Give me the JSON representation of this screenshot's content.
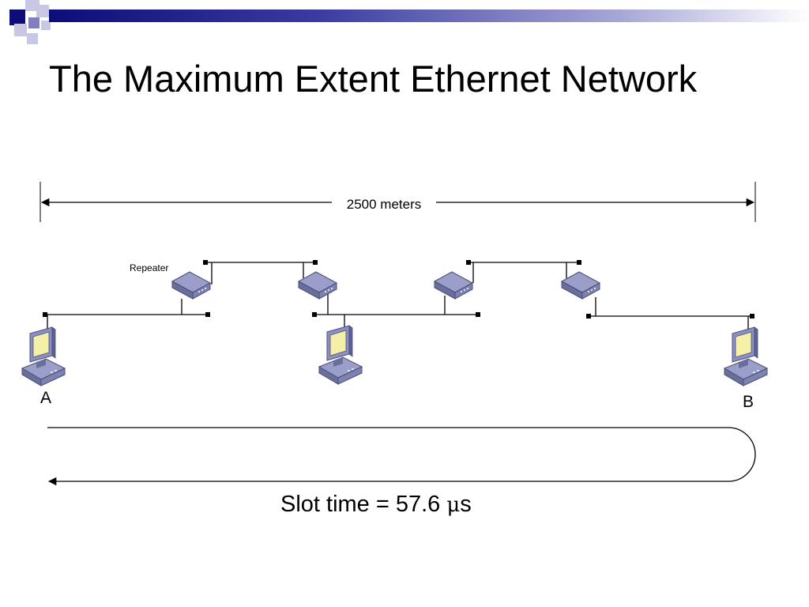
{
  "slide": {
    "title": "The Maximum Extent Ethernet Network",
    "accent_color": "#0d0d7a",
    "accent_light": "#9999cc"
  },
  "diagram": {
    "distance_label": "2500 meters",
    "repeater_label": "Repeater",
    "node_a_label": "A",
    "node_b_label": "B",
    "slot_time_prefix": "Slot time = 57.6 ",
    "slot_time_unit_symbol": "μ",
    "slot_time_suffix": "s",
    "icons": {
      "repeater": "repeater-icon",
      "computer": "computer-icon",
      "terminator": "terminator-icon"
    }
  }
}
